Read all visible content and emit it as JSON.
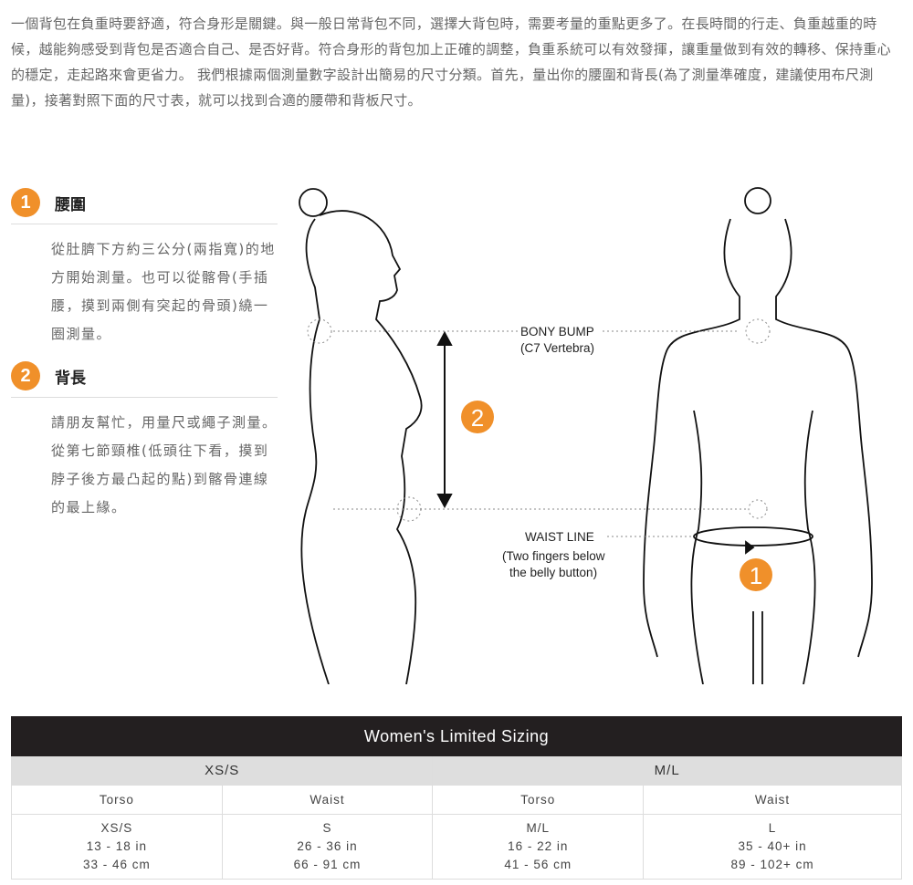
{
  "intro": "一個背包在負重時要舒適，符合身形是關鍵。與一般日常背包不同，選擇大背包時，需要考量的重點更多了。在長時間的行走、負重越重的時候，越能夠感受到背包是否適合自己、是否好背。符合身形的背包加上正確的調整，負重系統可以有效發揮，讓重量做到有效的轉移、保持重心的穩定，走起路來會更省力。 我們根據兩個測量數字設計出簡易的尺寸分類。首先，量出你的腰圍和背長(為了測量準確度，建議使用布尺測量)，接著對照下面的尺寸表，就可以找到合適的腰帶和背板尺寸。",
  "steps": [
    {
      "num": "1",
      "title": "腰圍",
      "body": "從肚臍下方約三公分(兩指寬)的地方開始測量。也可以從髂骨(手插腰，摸到兩側有突起的骨頭)繞一圈測量。"
    },
    {
      "num": "2",
      "title": "背長",
      "body": "請朋友幫忙，用量尺或繩子測量。從第七節頸椎(低頭往下看，摸到脖子後方最凸起的點)到髂骨連線的最上緣。"
    }
  ],
  "diagram": {
    "bony_bump": "BONY BUMP",
    "bony_bump_sub": "(C7 Vertebra)",
    "waist_line": "WAIST LINE",
    "waist_sub1": "(Two fingers below",
    "waist_sub2": "the belly button)",
    "marker_torso": "2",
    "marker_waist": "1",
    "accent": "#f0902a"
  },
  "table": {
    "title": "Women's Limited Sizing",
    "groups": [
      "XS/S",
      "M/L"
    ],
    "columns": [
      "Torso",
      "Waist",
      "Torso",
      "Waist"
    ],
    "cells": [
      [
        "XS/S",
        "13 - 18 in",
        "33 - 46 cm"
      ],
      [
        "S",
        "26 - 36 in",
        "66 - 91 cm"
      ],
      [
        "M/L",
        "16 - 22 in",
        "41 - 56 cm"
      ],
      [
        "L",
        "35 - 40+ in",
        "89 - 102+ cm"
      ]
    ]
  }
}
